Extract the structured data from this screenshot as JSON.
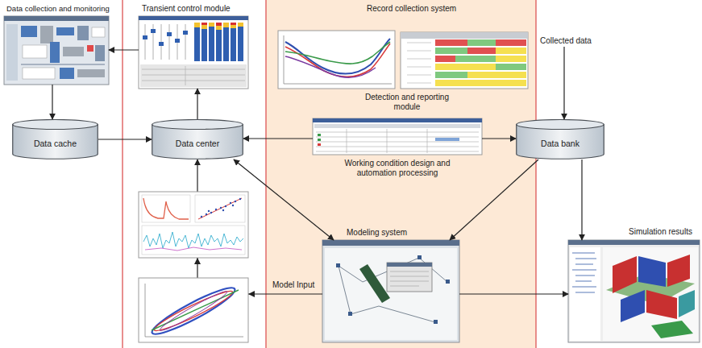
{
  "diagram": {
    "nodes": [
      {
        "text": [
          "Data collection and monitoring"
        ]
      },
      {
        "text": [
          "Transient control module"
        ]
      },
      {
        "text": [
          "Record collection system",
          "Detection and reporting module"
        ]
      },
      {
        "text": [
          "Collected data"
        ]
      },
      {
        "text": [
          "Data cache"
        ]
      },
      {
        "text": [
          "Data center"
        ]
      },
      {
        "text": [
          "Working condition design and automation processing"
        ]
      },
      {
        "text": [
          "Data bank"
        ]
      },
      {
        "text": [
          "Modeling system"
        ]
      },
      {
        "text": [
          "Simulation results"
        ]
      }
    ],
    "edges": [
      {
        "from": 0,
        "to": 4,
        "arrow": "to"
      },
      {
        "from": 4,
        "to": 5,
        "arrow": "to"
      },
      {
        "from": 5,
        "to": 1,
        "arrow": "to"
      },
      {
        "from": 1,
        "to": 0,
        "arrow": "to"
      },
      {
        "from": 6,
        "to": 5,
        "arrow": "to"
      },
      {
        "from": 6,
        "to": 7,
        "arrow": "to"
      },
      {
        "from": 3,
        "to": 7,
        "arrow": "to"
      },
      {
        "from": 7,
        "to": 8,
        "arrow": "to"
      },
      {
        "from": 5,
        "to": 8,
        "arrow": "both"
      },
      {
        "from": 7,
        "to": 9,
        "arrow": "to"
      },
      {
        "from": 8,
        "to": 9,
        "arrow": "to"
      },
      {
        "from": 8,
        "to": 5,
        "label": "Model Input",
        "arrow": "to"
      }
    ]
  }
}
